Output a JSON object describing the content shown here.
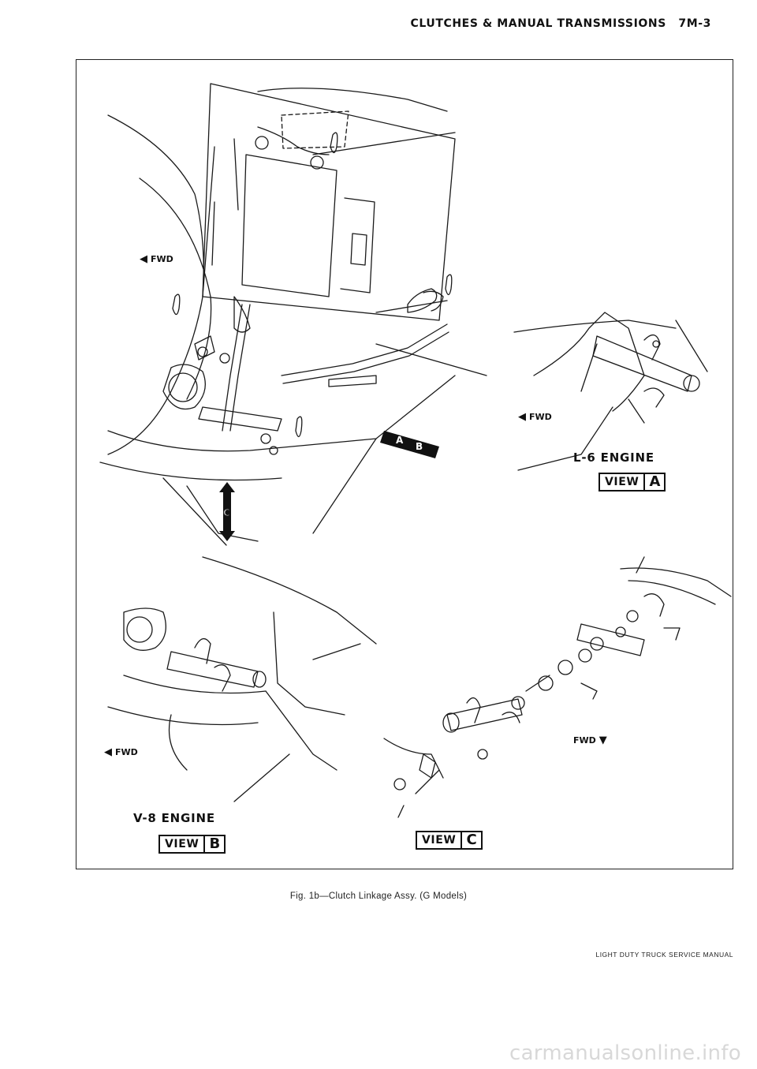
{
  "header": {
    "section_title": "CLUTCHES & MANUAL TRANSMISSIONS",
    "page_number": "7M-3"
  },
  "figure": {
    "views": [
      {
        "engine_label": "L-6 ENGINE",
        "view_word": "VIEW",
        "view_letter": "A"
      },
      {
        "engine_label": "V-8 ENGINE",
        "view_word": "VIEW",
        "view_letter": "B"
      },
      {
        "engine_label": "",
        "view_word": "VIEW",
        "view_letter": "C"
      }
    ],
    "callouts": {
      "ab": [
        "A",
        "B"
      ],
      "c": "C"
    },
    "direction_label": "FWD",
    "caption": "Fig. 1b—Clutch Linkage Assy. (G Models)"
  },
  "footer": {
    "manual_title": "LIGHT DUTY TRUCK SERVICE MANUAL"
  },
  "watermark": "carmanualsonline.info",
  "colors": {
    "ink": "#111111",
    "frame": "#222222"
  }
}
